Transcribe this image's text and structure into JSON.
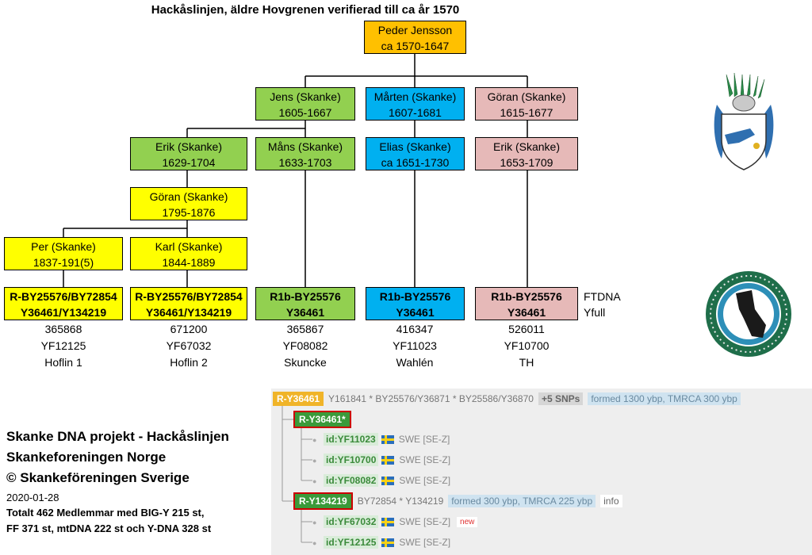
{
  "title": "Hackåslinjen, äldre Hovgrenen verifierad till ca år 1570",
  "tree": {
    "root": {
      "name": "Peder Jensson",
      "years": "ca 1570-1647"
    },
    "gen2": [
      {
        "name": "Jens (Skanke)",
        "years": "1605-1667"
      },
      {
        "name": "Mårten (Skanke)",
        "years": "1607-1681"
      },
      {
        "name": "Göran (Skanke)",
        "years": "1615-1677"
      }
    ],
    "gen3": [
      {
        "name": "Erik (Skanke)",
        "years": "1629-1704"
      },
      {
        "name": "Måns (Skanke)",
        "years": "1633-1703"
      },
      {
        "name": "Elias (Skanke)",
        "years": "ca 1651-1730"
      },
      {
        "name": "Erik (Skanke)",
        "years": "1653-1709"
      }
    ],
    "gen4": {
      "name": "Göran (Skanke)",
      "years": "1795-1876"
    },
    "gen5": [
      {
        "name": "Per (Skanke)",
        "years": "1837-191(5)"
      },
      {
        "name": "Karl (Skanke)",
        "years": "1844-1889"
      }
    ],
    "haplogroups": [
      {
        "line1": "R-BY25576/BY72854",
        "line2": "Y36461/Y134219"
      },
      {
        "line1": "R-BY25576/BY72854",
        "line2": "Y36461/Y134219"
      },
      {
        "line1": "R1b-BY25576",
        "line2": "Y36461"
      },
      {
        "line1": "R1b-BY25576",
        "line2": "Y36461"
      },
      {
        "line1": "R1b-BY25576",
        "line2": "Y36461"
      }
    ],
    "testers": [
      {
        "kit": "365868",
        "yfull": "YF12125",
        "label": "Hoflin 1"
      },
      {
        "kit": "671200",
        "yfull": "YF67032",
        "label": "Hoflin 2"
      },
      {
        "kit": "365867",
        "yfull": "YF08082",
        "label": "Skuncke"
      },
      {
        "kit": "416347",
        "yfull": "YF11023",
        "label": "Wahlén"
      },
      {
        "kit": "526011",
        "yfull": "YF10700",
        "label": "TH"
      }
    ],
    "labels": {
      "ftdna": "FTDNA",
      "yfull": "Yfull"
    }
  },
  "footer": {
    "line1": "Skanke DNA projekt - Hackåslinjen",
    "line2": "Skankeforeningen Norge",
    "line3": "© Skankeföreningen Sverige",
    "date": "2020-01-28",
    "line5": "Totalt 462 Medlemmar med BIG-Y 215 st,",
    "line6": "FF 371 st, mtDNA 222 st och Y-DNA 328 st"
  },
  "yfull_panel": {
    "root": {
      "node": "R-Y36461",
      "snps": "Y161841 * BY25576/Y36871 * BY25586/Y36870",
      "snp_badge": "+5 SNPs",
      "age": "formed 1300 ybp, TMRCA 300 ybp"
    },
    "branch1": {
      "node": "R-Y36461*",
      "members": [
        {
          "id": "id:YF11023",
          "country": "SWE [SE-Z]"
        },
        {
          "id": "id:YF10700",
          "country": "SWE [SE-Z]"
        },
        {
          "id": "id:YF08082",
          "country": "SWE [SE-Z]"
        }
      ]
    },
    "branch2": {
      "node": "R-Y134219",
      "snps": "BY72854 * Y134219",
      "age": "formed 300 ybp, TMRCA 225 ybp",
      "info": "info",
      "members": [
        {
          "id": "id:YF67032",
          "country": "SWE [SE-Z]",
          "badge": "new"
        },
        {
          "id": "id:YF12125",
          "country": "SWE [SE-Z]"
        }
      ]
    }
  },
  "colors": {
    "yellow": "#ffff00",
    "orange": "#ffc000",
    "green": "#92d050",
    "blue": "#00b0f0",
    "pink": "#e6b9b8"
  }
}
